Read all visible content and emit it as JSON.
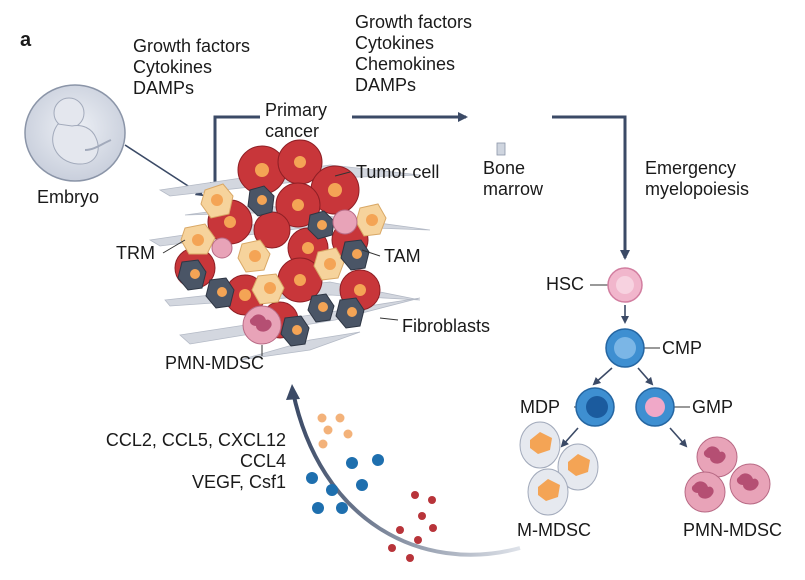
{
  "panel_letter": "a",
  "labels": {
    "growth_left": "Growth factors\nCytokines\nDAMPs",
    "growth_right": "Growth factors\nCytokines\nChemokines\nDAMPs",
    "primary_cancer": "Primary\ncancer",
    "bone_marrow": "Bone\nmarrow",
    "emergency": "Emergency\nmyelopoiesis",
    "embryo": "Embryo",
    "tumor_cell": "Tumor cell",
    "trm": "TRM",
    "tam": "TAM",
    "fibroblasts": "Fibroblasts",
    "pmn_mdsc_tumor": "PMN-MDSC",
    "hsc": "HSC",
    "cmp": "CMP",
    "mdp": "MDP",
    "gmp": "GMP",
    "m_mdsc": "M-MDSC",
    "pmn_mdsc_bm": "PMN-MDSC",
    "chemokines": "CCL2, CCL5, CXCL12\nCCL4\nVEGF, Csf1"
  },
  "colors": {
    "arrow": "#3b4a66",
    "tumor": "#c8363a",
    "tam": "#4a5566",
    "trm": "#f6d39c",
    "pmn": "#e8a3b8",
    "hsc": "#f1b6cc",
    "cmp": "#3e8fd1",
    "mdp_core": "#1b5b9e",
    "gmp_core": "#f0a8c8",
    "dot_orange": "#f3b27a",
    "dot_blue": "#1e6fae",
    "dot_red": "#b8343a",
    "fibroblast": "#d3d7df"
  }
}
